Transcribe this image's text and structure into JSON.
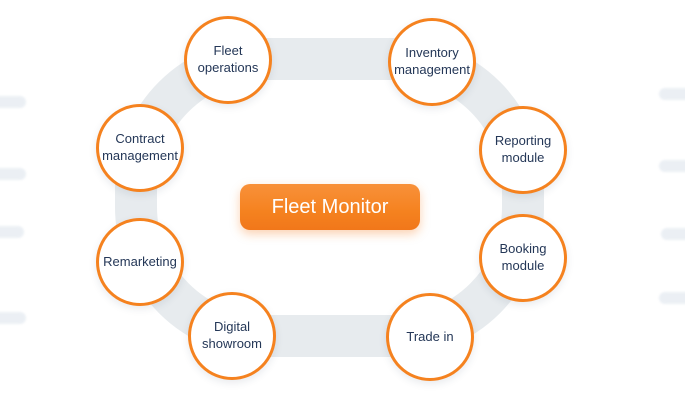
{
  "center": {
    "label": "Fleet Monitor"
  },
  "nodes": [
    {
      "label": "Fleet operations"
    },
    {
      "label": "Inventory management"
    },
    {
      "label": "Contract management"
    },
    {
      "label": "Reporting module"
    },
    {
      "label": "Remarketing"
    },
    {
      "label": "Booking module"
    },
    {
      "label": "Digital showroom"
    },
    {
      "label": "Trade in"
    }
  ],
  "colors": {
    "accent_orange": "#F5821F",
    "track_gray": "#E7EBEE",
    "label_text": "#243757",
    "center_text": "#FFFFFF"
  }
}
